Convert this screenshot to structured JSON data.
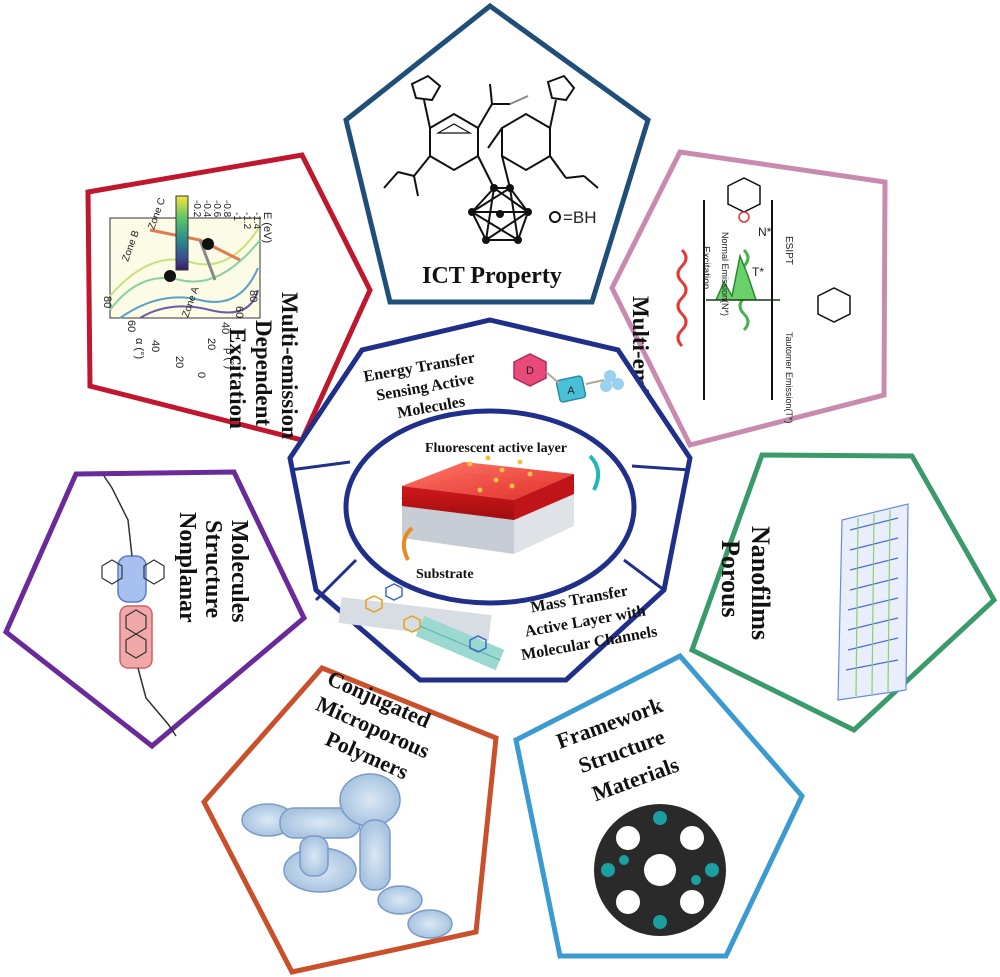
{
  "colors": {
    "ict": "#1f4e79",
    "multi_emission": "#c98ab0",
    "excitation": "#c0172f",
    "porous": "#3a9a6a",
    "nonplanar": "#6a2a9a",
    "conjugated": "#c9502a",
    "framework": "#3b9ad0",
    "center": "#1f2f8a"
  },
  "panels": {
    "ict": {
      "title": "ICT Property",
      "bh_label": "=BH"
    },
    "multi_emission": {
      "title": "Multi-emission",
      "excitation_label": "Excitation",
      "esipt_label": "ESIPT",
      "normal_label": "Normal Emission(N*)",
      "tautomer_label": "Tautomer Emission(T*)",
      "n_star": "N*",
      "t_star": "T*"
    },
    "excitation": {
      "title_lines": [
        "Excitation",
        "Dependent",
        "Multi-emission"
      ],
      "zone_b": "Zone B",
      "zone_c": "Zone C",
      "zone_a": "Zone A",
      "colorbar_ticks": [
        "-0.2",
        "-0.4",
        "-0.6",
        "-0.8",
        "-1",
        "-1.2",
        "-1.4"
      ],
      "x_ticks": [
        "80",
        "60",
        "40",
        "20",
        "0"
      ],
      "y_ticks": [
        "20",
        "40",
        "60",
        "80"
      ],
      "axis_alpha": "α (°)",
      "axis_beta": "β (°)",
      "axis_energy": "E (eV)"
    },
    "porous": {
      "title_lines": [
        "Porous",
        "Nanofilms"
      ]
    },
    "nonplanar": {
      "title_lines": [
        "Nonplanar",
        "Structure",
        "Molecules"
      ]
    },
    "conjugated": {
      "title_lines": [
        "Conjugated",
        "Microporous",
        "Polymers"
      ]
    },
    "framework": {
      "title_lines": [
        "Framework",
        "Structure",
        "Materials"
      ]
    }
  },
  "center": {
    "energy_lines": [
      "Energy Transfer",
      "Sensing Active",
      "Molecules"
    ],
    "mass_lines": [
      "Mass Transfer",
      "Active Layer with",
      "Molecular Channels"
    ],
    "fluorescent_layer": "Fluorescent active layer",
    "substrate": "Substrate",
    "d_label": "D",
    "a_label": "A"
  }
}
